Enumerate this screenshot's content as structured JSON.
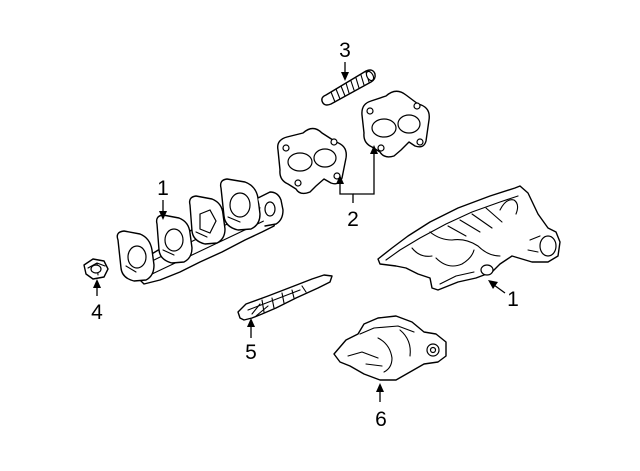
{
  "callouts": [
    {
      "id": "1a",
      "label": "1"
    },
    {
      "id": "1b",
      "label": "1"
    },
    {
      "id": "2",
      "label": "2"
    },
    {
      "id": "3",
      "label": "3"
    },
    {
      "id": "4",
      "label": "4"
    },
    {
      "id": "5",
      "label": "5"
    },
    {
      "id": "6",
      "label": "6"
    }
  ],
  "parts": [
    {
      "callout": "1",
      "name": "exhaust-manifold"
    },
    {
      "callout": "2",
      "name": "manifold-gasket"
    },
    {
      "callout": "3",
      "name": "stud"
    },
    {
      "callout": "4",
      "name": "nut"
    },
    {
      "callout": "5",
      "name": "heat-shield"
    },
    {
      "callout": "6",
      "name": "heat-shield"
    }
  ]
}
